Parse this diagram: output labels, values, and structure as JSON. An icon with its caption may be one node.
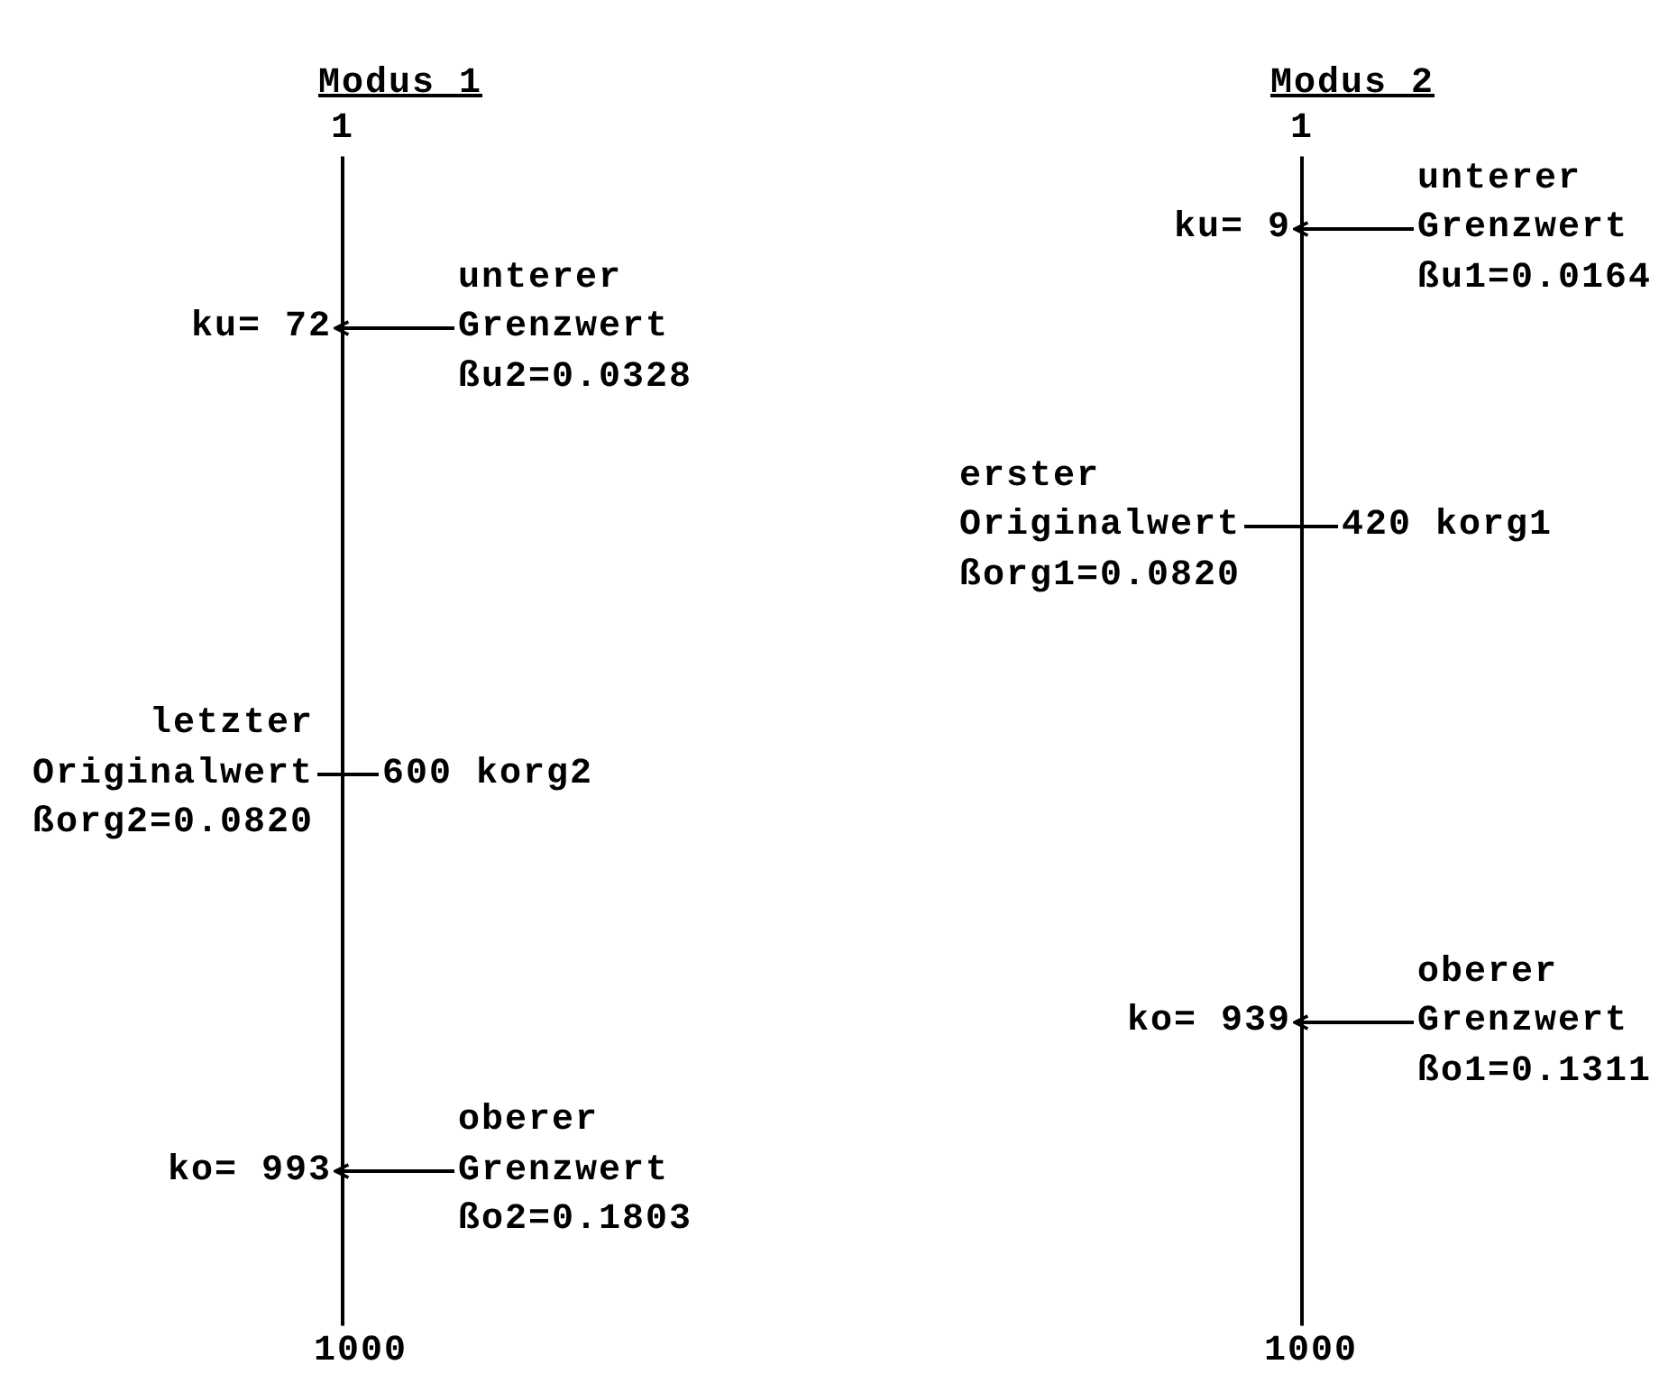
{
  "diagram": {
    "nodes": [
      {
        "text": [
          "1"
        ]
      },
      {
        "text": [
          "unterer Grenzwert ßu2=0.0328"
        ]
      },
      {
        "text": [
          "letzter Originalwert ßorg2=0.0820"
        ]
      },
      {
        "text": [
          "600 korg2"
        ]
      },
      {
        "text": [
          "oberer Grenzwert ßo2=0.1803"
        ]
      },
      {
        "text": [
          "1000"
        ]
      },
      {
        "text": [
          "1"
        ]
      },
      {
        "text": [
          "unterer Grenzwert ßu1=0.0164"
        ]
      },
      {
        "text": [
          "erster Originalwert ßorg1=0.0820"
        ]
      },
      {
        "text": [
          "420 korg1"
        ]
      },
      {
        "text": [
          "oberer Grenzwert ßo1=0.1311"
        ]
      },
      {
        "text": [
          "1000"
        ]
      },
      {
        "text": [
          "ku= 72"
        ]
      },
      {
        "text": [
          "ko= 993"
        ]
      },
      {
        "text": [
          "ku= 9"
        ]
      },
      {
        "text": [
          "ko= 939"
        ]
      }
    ],
    "edges": [
      {
        "from": 0,
        "to": 5,
        "arrow": "none"
      },
      {
        "from": 1,
        "to": 12,
        "arrow": "to"
      },
      {
        "from": 2,
        "to": 3,
        "arrow": "none"
      },
      {
        "from": 4,
        "to": 13,
        "arrow": "to"
      },
      {
        "from": 6,
        "to": 11,
        "arrow": "none"
      },
      {
        "from": 7,
        "to": 14,
        "arrow": "to"
      },
      {
        "from": 8,
        "to": 9,
        "arrow": "none"
      },
      {
        "from": 10,
        "to": 15,
        "arrow": "to"
      }
    ],
    "labels": [
      "Modus 1",
      "Modus 2"
    ]
  }
}
